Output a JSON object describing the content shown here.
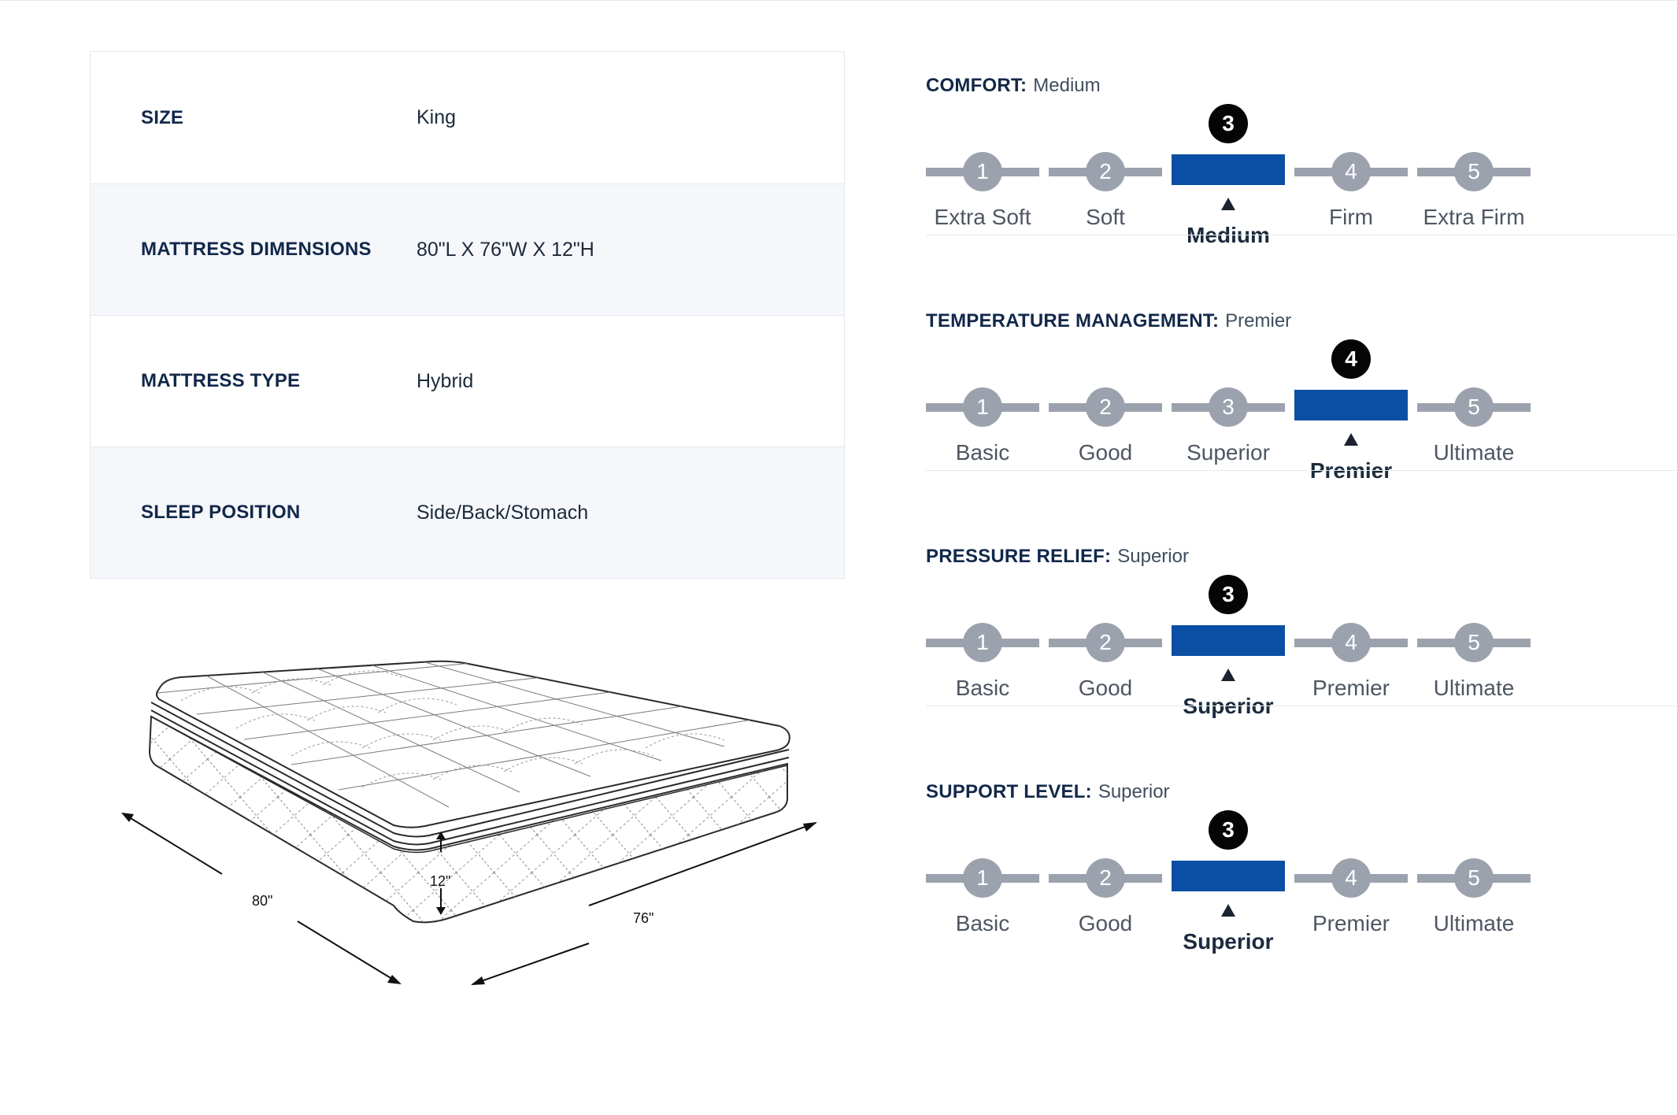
{
  "specs": [
    {
      "label": "SIZE",
      "value": "King"
    },
    {
      "label": "MATTRESS DIMENSIONS",
      "value": "80\"L X 76\"W X 12\"H"
    },
    {
      "label": "MATTRESS TYPE",
      "value": "Hybrid"
    },
    {
      "label": "SLEEP POSITION",
      "value": "Side/Back/Stomach"
    }
  ],
  "illustration": {
    "length_label": "80\"",
    "width_label": "76\"",
    "height_label": "12\""
  },
  "ratings": [
    {
      "label": "COMFORT:",
      "value": "Medium",
      "selected": 3,
      "steps": [
        "Extra Soft",
        "Soft",
        "Medium",
        "Firm",
        "Extra Firm"
      ]
    },
    {
      "label": "TEMPERATURE MANAGEMENT:",
      "value": "Premier",
      "selected": 4,
      "steps": [
        "Basic",
        "Good",
        "Superior",
        "Premier",
        "Ultimate"
      ]
    },
    {
      "label": "PRESSURE RELIEF:",
      "value": "Superior",
      "selected": 3,
      "steps": [
        "Basic",
        "Good",
        "Superior",
        "Premier",
        "Ultimate"
      ]
    },
    {
      "label": "SUPPORT LEVEL:",
      "value": "Superior",
      "selected": 3,
      "steps": [
        "Basic",
        "Good",
        "Superior",
        "Premier",
        "Ultimate"
      ]
    }
  ],
  "colors": {
    "active": "#0a4fa3",
    "inactive": "#9ca2ad",
    "badge": "#050505"
  }
}
